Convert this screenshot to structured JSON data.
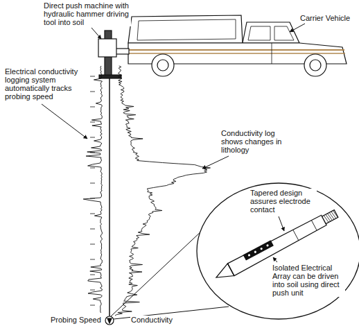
{
  "diagram": {
    "labels": [
      "Direct push machine with hydraulic hammer driving tool into soil",
      "Carrier Vehicle",
      "Electrical conductivity logging system automatically tracks probing speed",
      "Conductivity log shows changes in lithology",
      "Tapered design assures electrode contact",
      "Isolated Electrical Array can be driven into soil using direct push unit",
      "Probing Speed",
      "Conductivity"
    ]
  }
}
